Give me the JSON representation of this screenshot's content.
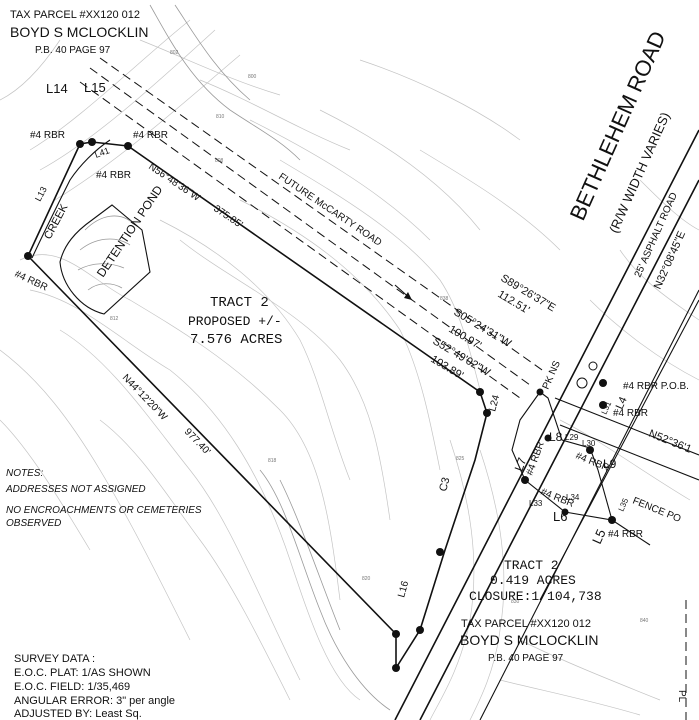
{
  "parcel_top": {
    "tax_parcel": "TAX PARCEL #XX120 012",
    "owner": "BOYD S MCLOCKLIN",
    "plat_book": "P.B. 40 PAGE 97"
  },
  "parcel_bottom": {
    "tax_parcel": "TAX PARCEL #XX120 012",
    "owner": "BOYD S MCLOCKLIN",
    "plat_book": "P.B. 40 PAGE 97"
  },
  "road": {
    "name": "BETHLEHEM ROAD",
    "width_note": "(R/W WIDTH VARIES)",
    "surface": "25' ASPHALT ROAD",
    "future_road": "FUTURE McCARTY ROAD"
  },
  "tract_main": {
    "title": "TRACT 2",
    "line2": "PROPOSED +/-",
    "acres": "7.576 ACRES"
  },
  "tract_small": {
    "title": "TRACT 2",
    "acres": "0.419 ACRES",
    "closure": "CLOSURE:1/104,738"
  },
  "features": {
    "creek": "CREEK",
    "pond": "DETENTION POND",
    "pk": "PK NS",
    "pob": "#4 RBR P.O.B.",
    "fence": "FENCE PO",
    "pl": "PL"
  },
  "bearings": {
    "n56": "N56°48'36\"W",
    "b37585": "375.85'",
    "n4412": "N44°12'20\"W",
    "b97740": "977.40'",
    "s0524": "S05°24'31\"W",
    "d10097": "100.97'",
    "s5249": "S52°49'02\"W",
    "d10389": "103.89'",
    "s8926": "S89°26'37\"E",
    "d11251": "112.51'",
    "n3208": "N32°08'45\"E",
    "n5236": "N52°36'1"
  },
  "line_labels": {
    "L14": "L14",
    "L15": "L15",
    "L13": "L13",
    "L41": "L41",
    "L24": "L24",
    "C3": "C3",
    "L16": "L16",
    "L8": "L8",
    "L7": "L7",
    "L6": "L6",
    "L5": "L5",
    "L4": "L4",
    "L33": "L33",
    "L34": "L34",
    "L35": "L35",
    "L9": "L9",
    "L29": "L29",
    "L30": "L30",
    "L31": "L31"
  },
  "monuments": {
    "rbr": "#4 RBR"
  },
  "notes": {
    "heading": "NOTES:",
    "line1": "ADDRESSES NOT ASSIGNED",
    "line2": "NO ENCROACHMENTS OR CEMETERIES",
    "line3": "OBSERVED"
  },
  "survey": {
    "heading": "SURVEY DATA :",
    "plat": "E.O.C. PLAT: 1/AS SHOWN",
    "field": "E.O.C. FIELD: 1/35,469",
    "angular": "ANGULAR ERROR: 3\" per angle",
    "adjusted": "ADJUSTED BY: Least Sq."
  },
  "contours": [
    "802",
    "800",
    "808",
    "810",
    "812",
    "818",
    "820",
    "825",
    "830",
    "838",
    "840"
  ]
}
